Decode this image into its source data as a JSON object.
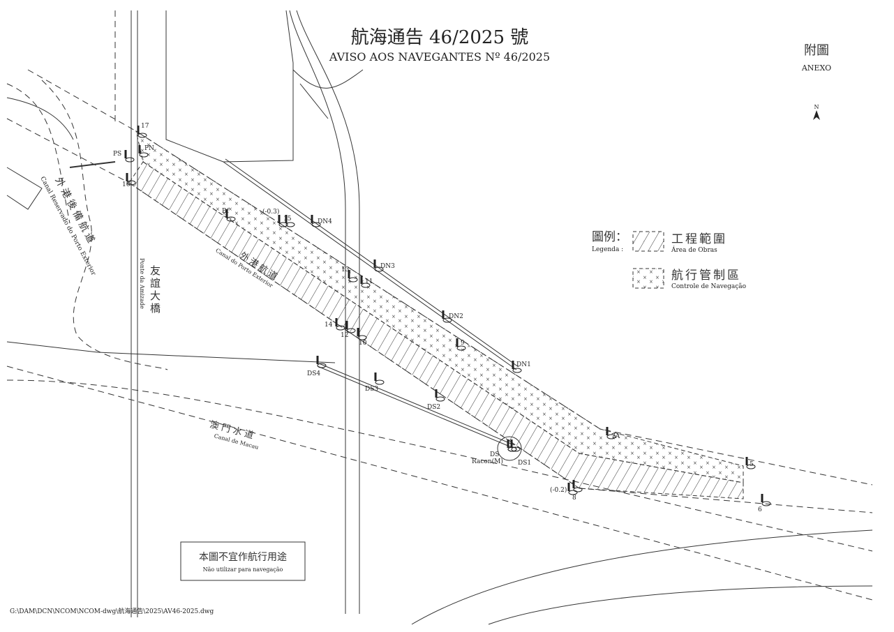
{
  "title": {
    "chinese": "航海通告 46/2025 號",
    "portuguese": "AVISO AOS NAVEGANTES Nº 46/2025"
  },
  "annex": {
    "chinese": "附圖",
    "portuguese": "ANEXO"
  },
  "north_arrow": {
    "label": "N",
    "icon": "north-arrow-icon"
  },
  "legend": {
    "title_cn": "圖例：",
    "title_pt": "Legenda :",
    "items": [
      {
        "cn": "工程範圍",
        "pt": "Área de Obras",
        "pattern": "hatch"
      },
      {
        "cn": "航行管制區",
        "pt": "Controle de Navegação",
        "pattern": "crosses"
      }
    ]
  },
  "place_labels": {
    "reserved_channel_cn": "外港後備航道",
    "reserved_channel_pt": "Canal Reservado do Porto Exterior",
    "outer_channel_cn": "外港航道",
    "outer_channel_pt": "Canal do Porto Exterior",
    "bridge_cn": "友誼大橋",
    "bridge_pt": "Ponte da Amizade",
    "macau_channel_cn": "澳門水道",
    "macau_channel_pt": "Canal de Macau"
  },
  "markers": [
    "17",
    "PS",
    "PN",
    "16",
    "Bf",
    "(-0.3)",
    "15",
    "DN4",
    "DN3",
    "13",
    "11",
    "DN2",
    "14",
    "12",
    "10",
    "9",
    "DN1",
    "DS4",
    "DS3",
    "DS2",
    "DS",
    "Racon(M)",
    "DS1",
    "7A",
    "(-0.2)",
    "8",
    "5",
    "6"
  ],
  "disclaimer": {
    "cn": "本圖不宜作航行用途",
    "pt": "Não utilizar para navegação"
  },
  "file_path": "G:\\DAM\\DCN\\NCOM\\NCOM-dwg\\航海通告\\2025\\AV46-2025.dwg",
  "colors": {
    "ink": "#222222",
    "paper": "#ffffff"
  }
}
